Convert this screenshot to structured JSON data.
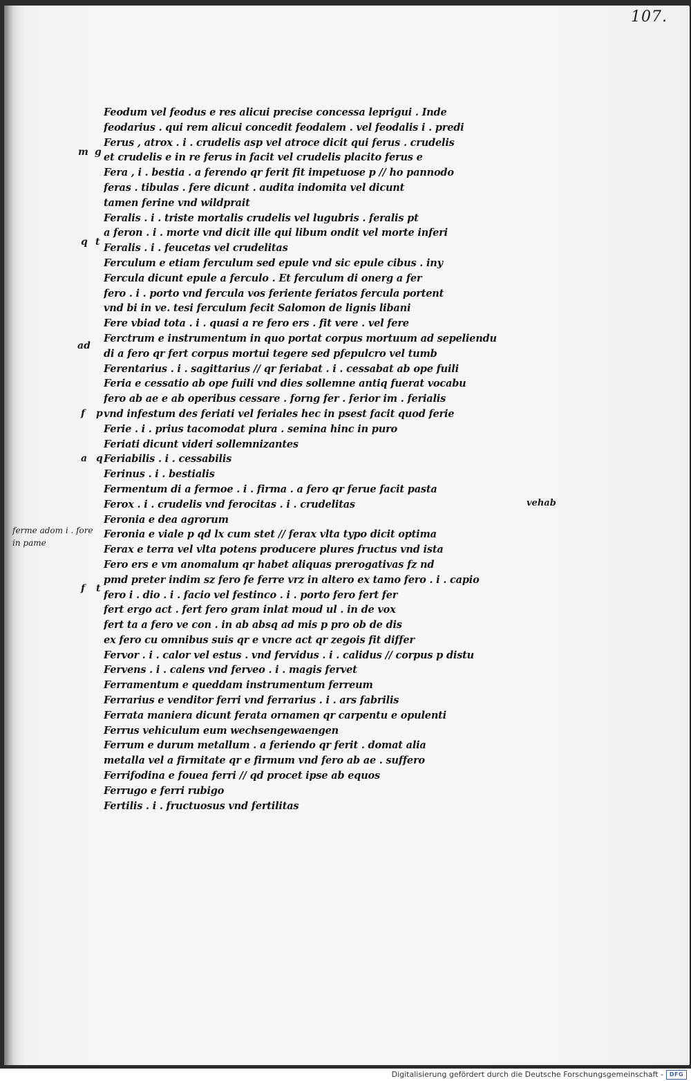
{
  "folio_number": "107.",
  "main_lines": [
    "Feodum vel feodus e res alicui precise concessa leprigui . Inde",
    "feodarius . qui rem alicui concedit feodalem . vel feodalis i . predi",
    "Ferus , atrox . i . crudelis asp vel atroce dicit qui ferus . crudelis",
    "et crudelis e in re ferus in facit vel crudelis placito ferus e",
    "Fera , i . bestia . a ferendo qr ferit fit impetuose p   // ho pannodo",
    "feras . tibulas . fere dicunt . audita indomita vel dicunt",
    "tamen ferine vnd wildprait",
    "Feralis . i . triste mortalis crudelis vel lugubris . feralis pt",
    "a feron . i . morte vnd dicit ille qui libum ondit vel morte inferi",
    "Feralis . i . feucetas vel crudelitas",
    "Ferculum e etiam ferculum sed epule vnd sic epule cibus . iny",
    "Fercula dicunt epule a ferculo . Et ferculum di onerg a fer",
    "fero . i . porto vnd fercula vos feriente feriatos fercula portent",
    "vnd bi in ve. tesi ferculum fecit Salomon de lignis libani",
    "Fere vbiad tota . i . quasi a re fero ers . fit vere . vel fere",
    "Ferctrum e instrumentum in quo portat corpus mortuum ad sepeliendu",
    "di a fero qr fert corpus mortui tegere sed pfepulcro vel tumb",
    "Ferentarius . i . sagittarius // qr feriabat . i . cessabat ab ope fuili",
    "Feria e cessatio ab ope fuili vnd dies sollemne antiq fuerat vocabu",
    "fero ab ae e ab operibus cessare . forng fer . ferior im . ferialis",
    "vnd infestum des feriati vel feriales hec in psest facit quod ferie",
    "Ferie . i . prius tacomodat plura . semina hinc in puro",
    "Feriati dicunt videri sollemnizantes",
    "Feriabilis . i . cessabilis",
    "Ferinus . i . bestialis",
    "Fermentum di a fermoe . i . firma . a fero qr ferue facit pasta",
    "Ferox . i . crudelis vnd ferocitas . i . crudelitas",
    "Feronia e dea agrorum",
    "Feronia e viale p qd lx cum stet // ferax vlta typo dicit optima",
    "Ferax e terra vel vlta potens producere plures fructus vnd ista",
    "Fero ers e vm anomalum qr habet aliquas prerogativas fz nd",
    "pmd preter indim sz fero fe ferre vrz in altero ex tamo fero . i . capio",
    "fero i . dio . i . facio vel festinco . i . porto fero fert fer",
    "fert ergo act . fert fero gram inlat moud ul . in de vox",
    "fert ta a fero ve con . in ab absq ad mis p pro ob de dis",
    "ex fero cu omnibus suis qr e vncre act qr zegois fit differ",
    "Fervor . i . calor vel estus . vnd fervidus . i . calidus   // corpus p distu",
    "Fervens . i . calens vnd ferveo . i . magis fervet",
    "Ferramentum e queddam instrumentum ferreum",
    "Ferrarius e venditor ferri vnd ferrarius . i . ars fabrilis",
    "Ferrata maniera dicunt ferata ornamen qr carpentu e opulenti",
    "Ferrus vehiculum eum wechsengewaengen",
    "Ferrum e durum metallum . a feriendo qr ferit . domat alia",
    "metalla vel a firmitate qr e firmum vnd fero ab ae . suffero",
    "Ferrifodina e fouea ferri   // qd procet ipse ab equos",
    "Ferrugo e ferri rubigo",
    "Fertilis . i . fructuosus vnd fertilitas"
  ],
  "margin_marks": {
    "m": "m",
    "g": "g",
    "q": "q",
    "t": "t",
    "ad": "ad",
    "f1": "f",
    "p": "p",
    "a": "a",
    "q2": "q",
    "f2": "f",
    "t2": "t"
  },
  "side_note": "ferme adom i . fore in pame",
  "interlinear_note": "vehab",
  "footer": {
    "text": "Digitalisierung gefördert durch die Deutsche Forschungsgemeinschaft -",
    "logo": "DFG"
  }
}
